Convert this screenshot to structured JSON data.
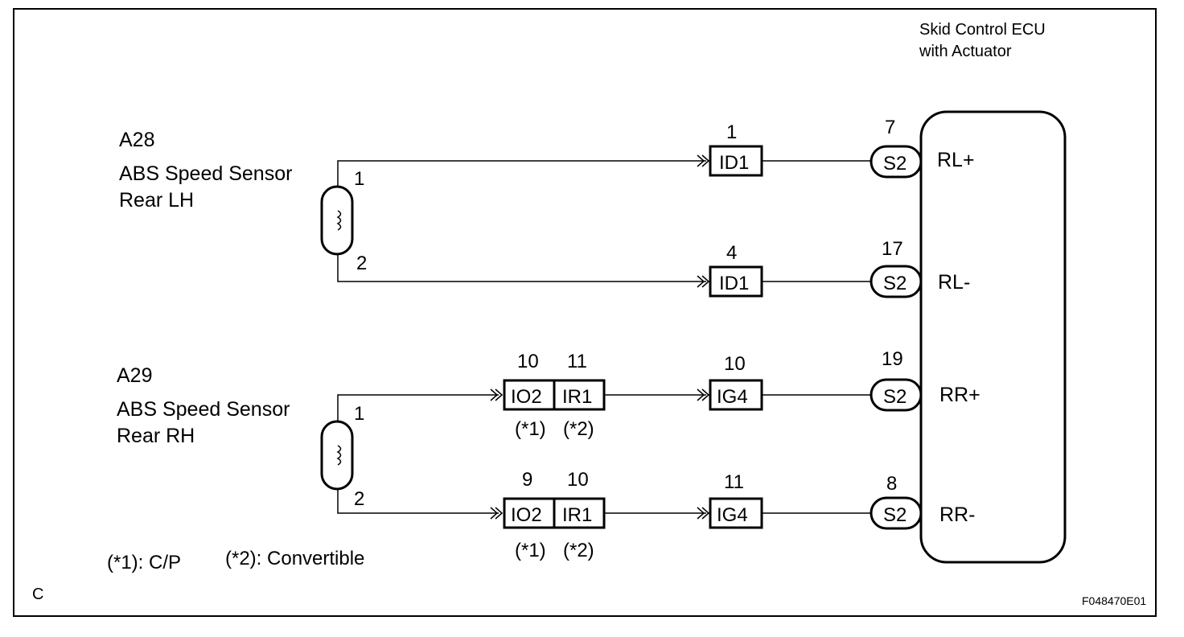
{
  "ecu": {
    "title_line1": "Skid Control ECU",
    "title_line2": "with Actuator"
  },
  "sensors": [
    {
      "code": "A28",
      "name_line1": "ABS Speed Sensor",
      "name_line2": "Rear LH",
      "pin1": "1",
      "pin2": "2"
    },
    {
      "code": "A29",
      "name_line1": "ABS Speed Sensor",
      "name_line2": "Rear RH",
      "pin1": "1",
      "pin2": "2"
    }
  ],
  "connectors": {
    "id1_top": {
      "label": "ID1",
      "pin": "1"
    },
    "id1_bottom": {
      "label": "ID1",
      "pin": "4"
    },
    "ig4_top": {
      "label": "IG4",
      "pin": "10"
    },
    "ig4_bottom": {
      "label": "IG4",
      "pin": "11"
    },
    "io2_top": {
      "label": "IO2",
      "pin": "10",
      "note": "(*1)"
    },
    "ir1_top": {
      "label": "IR1",
      "pin": "11",
      "note": "(*2)"
    },
    "io2_bottom": {
      "label": "IO2",
      "pin": "9",
      "note": "(*1)"
    },
    "ir1_bottom": {
      "label": "IR1",
      "pin": "10",
      "note": "(*2)"
    }
  },
  "ecu_terminals": [
    {
      "connector": "S2",
      "pin": "7",
      "signal": "RL+"
    },
    {
      "connector": "S2",
      "pin": "17",
      "signal": "RL-"
    },
    {
      "connector": "S2",
      "pin": "19",
      "signal": "RR+"
    },
    {
      "connector": "S2",
      "pin": "8",
      "signal": "RR-"
    }
  ],
  "legend": {
    "note1": "(*1): C/P",
    "note2": "(*2): Convertible"
  },
  "corner_letter": "C",
  "figure_id": "F048470E01"
}
